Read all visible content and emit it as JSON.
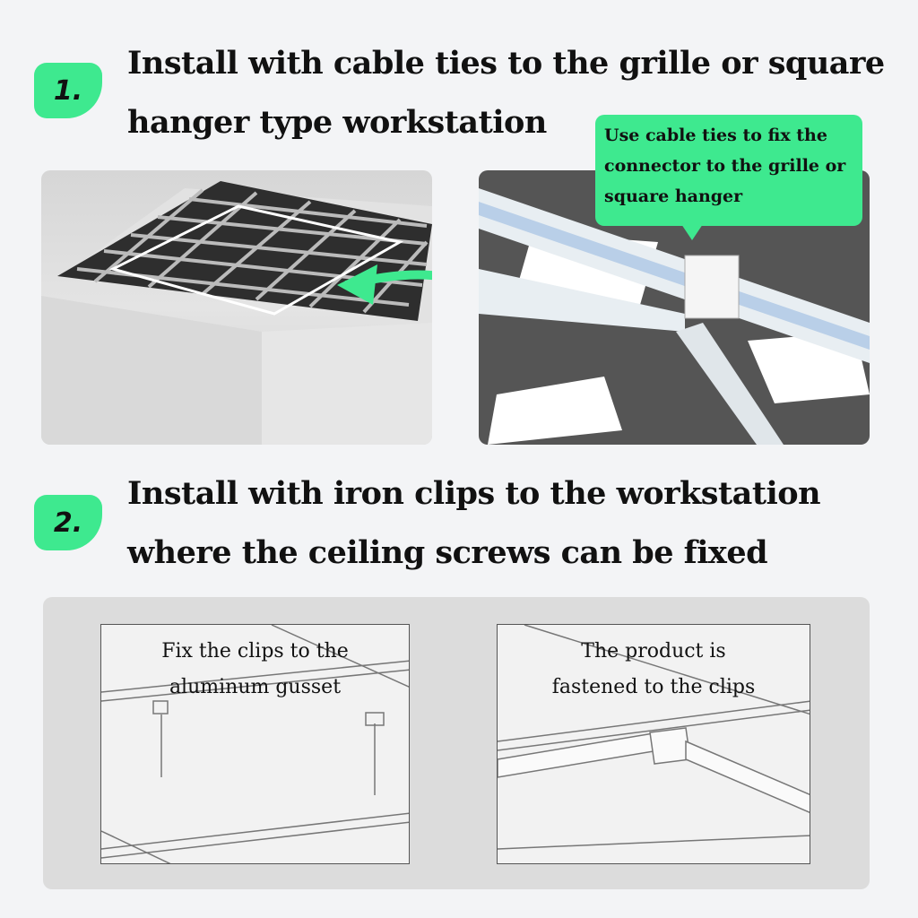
{
  "step1": {
    "number": "1.",
    "title_line1": "Install with cable ties to the grille or square",
    "title_line2": "hanger type workstation",
    "callout": "Use cable ties to fix the connector to the grille or square hanger"
  },
  "step2": {
    "number": "2.",
    "title_line1": "Install with iron clips to the workstation",
    "title_line2": "where the ceiling screws can be fixed",
    "left_caption": "Fix the clips to the aluminum gusset",
    "right_caption": "The product is fastened to the clips"
  },
  "colors": {
    "accent": "#3ee98f",
    "background": "#f3f4f6"
  }
}
